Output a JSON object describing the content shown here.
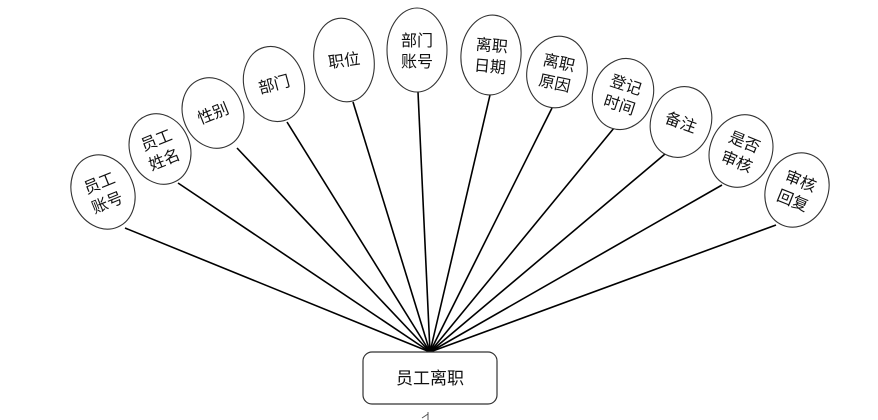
{
  "entity": {
    "label": "员工离职"
  },
  "attributes": [
    {
      "lines": [
        "员工",
        "账号"
      ]
    },
    {
      "lines": [
        "员工",
        "姓名"
      ]
    },
    {
      "lines": [
        "性别"
      ]
    },
    {
      "lines": [
        "部门"
      ]
    },
    {
      "lines": [
        "职位"
      ]
    },
    {
      "lines": [
        "部门",
        "账号"
      ]
    },
    {
      "lines": [
        "离职",
        "日期"
      ]
    },
    {
      "lines": [
        "离职",
        "原因"
      ]
    },
    {
      "lines": [
        "登记",
        "时间"
      ]
    },
    {
      "lines": [
        "备注"
      ]
    },
    {
      "lines": [
        "是否",
        "审核"
      ]
    },
    {
      "lines": [
        "审核",
        "回复"
      ]
    }
  ]
}
